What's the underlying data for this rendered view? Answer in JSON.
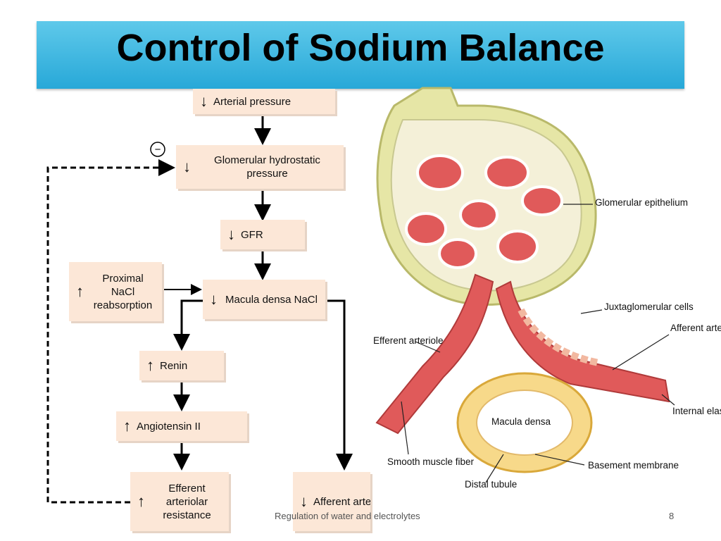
{
  "slide": {
    "title": "Control of Sodium Balance",
    "footer_text": "Regulation of water and electrolytes",
    "page_number": "8"
  },
  "flowchart": {
    "inhibit_symbol": "−",
    "boxes": [
      {
        "id": "arterial",
        "arrow": "↓",
        "label": "Arterial pressure"
      },
      {
        "id": "glom",
        "arrow": "↓",
        "label": "Glomerular hydrostatic pressure"
      },
      {
        "id": "gfr",
        "arrow": "↓",
        "label": "GFR"
      },
      {
        "id": "prox",
        "arrow": "↑",
        "label": "Proximal NaCl reabsorption"
      },
      {
        "id": "macula",
        "arrow": "↓",
        "label": "Macula densa NaCl"
      },
      {
        "id": "renin",
        "arrow": "↑",
        "label": "Renin"
      },
      {
        "id": "angio",
        "arrow": "↑",
        "label": "Angiotensin II"
      },
      {
        "id": "efferent",
        "arrow": "↑",
        "label": "Efferent arteriolar resistance"
      },
      {
        "id": "afferent",
        "arrow": "↓",
        "label": "Afferent arteriolar resistance"
      }
    ]
  },
  "anatomy": {
    "labels": {
      "glomerular_epithelium": "Glomerular epithelium",
      "juxtaglomerular_cells": "Juxtaglomerular cells",
      "afferent_arteriole": "Afferent arteriole",
      "efferent_arteriole": "Efferent arteriole",
      "internal_elastic_lamina": "Internal elastic lamina",
      "macula_densa": "Macula densa",
      "basement_membrane": "Basement membrane",
      "smooth_muscle_fiber": "Smooth muscle fiber",
      "distal_tubule": "Distal tubule"
    }
  },
  "colors": {
    "title_bar_top": "#5fc9ea",
    "title_bar_bottom": "#27a8d8",
    "box_fill": "#fce7d7",
    "capsule": "#e6e6a6",
    "vessel": "#e05a5a",
    "tubule": "#f7d98a"
  }
}
